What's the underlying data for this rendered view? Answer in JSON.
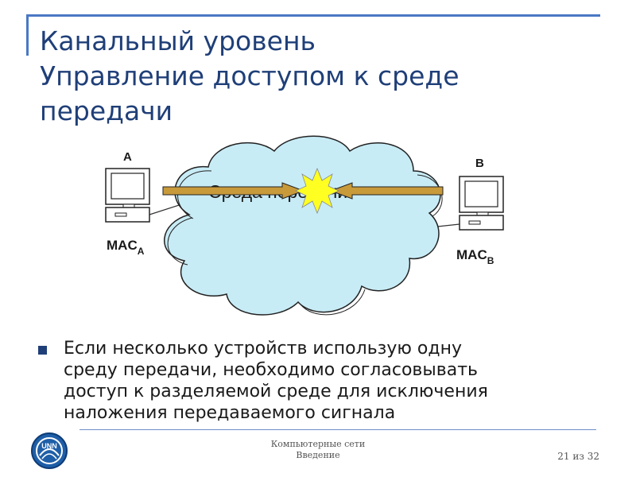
{
  "title_lines": [
    "Канальный уровень",
    "Управление доступом к среде",
    "передачи"
  ],
  "diagram": {
    "medium_label": "Среда передачи",
    "station_a": {
      "name": "A",
      "mac_prefix": "MAC",
      "mac_sub": "A"
    },
    "station_b": {
      "name": "B",
      "mac_prefix": "MAC",
      "mac_sub": "B"
    }
  },
  "bullet_lines": [
    "Если несколько устройств использую одну",
    "среду передачи, необходимо согласовывать",
    "доступ к разделяемой среде для исключения",
    "наложения передаваемого сигнала"
  ],
  "footer": {
    "course": "Компьютерные сети",
    "section": "Введение",
    "page": "21 из 32"
  },
  "colors": {
    "accent": "#4a78c4",
    "title": "#1f3f78",
    "cloud": "#c8ecf6",
    "arrow": "#c89a3a",
    "burst": "#ffff22"
  }
}
